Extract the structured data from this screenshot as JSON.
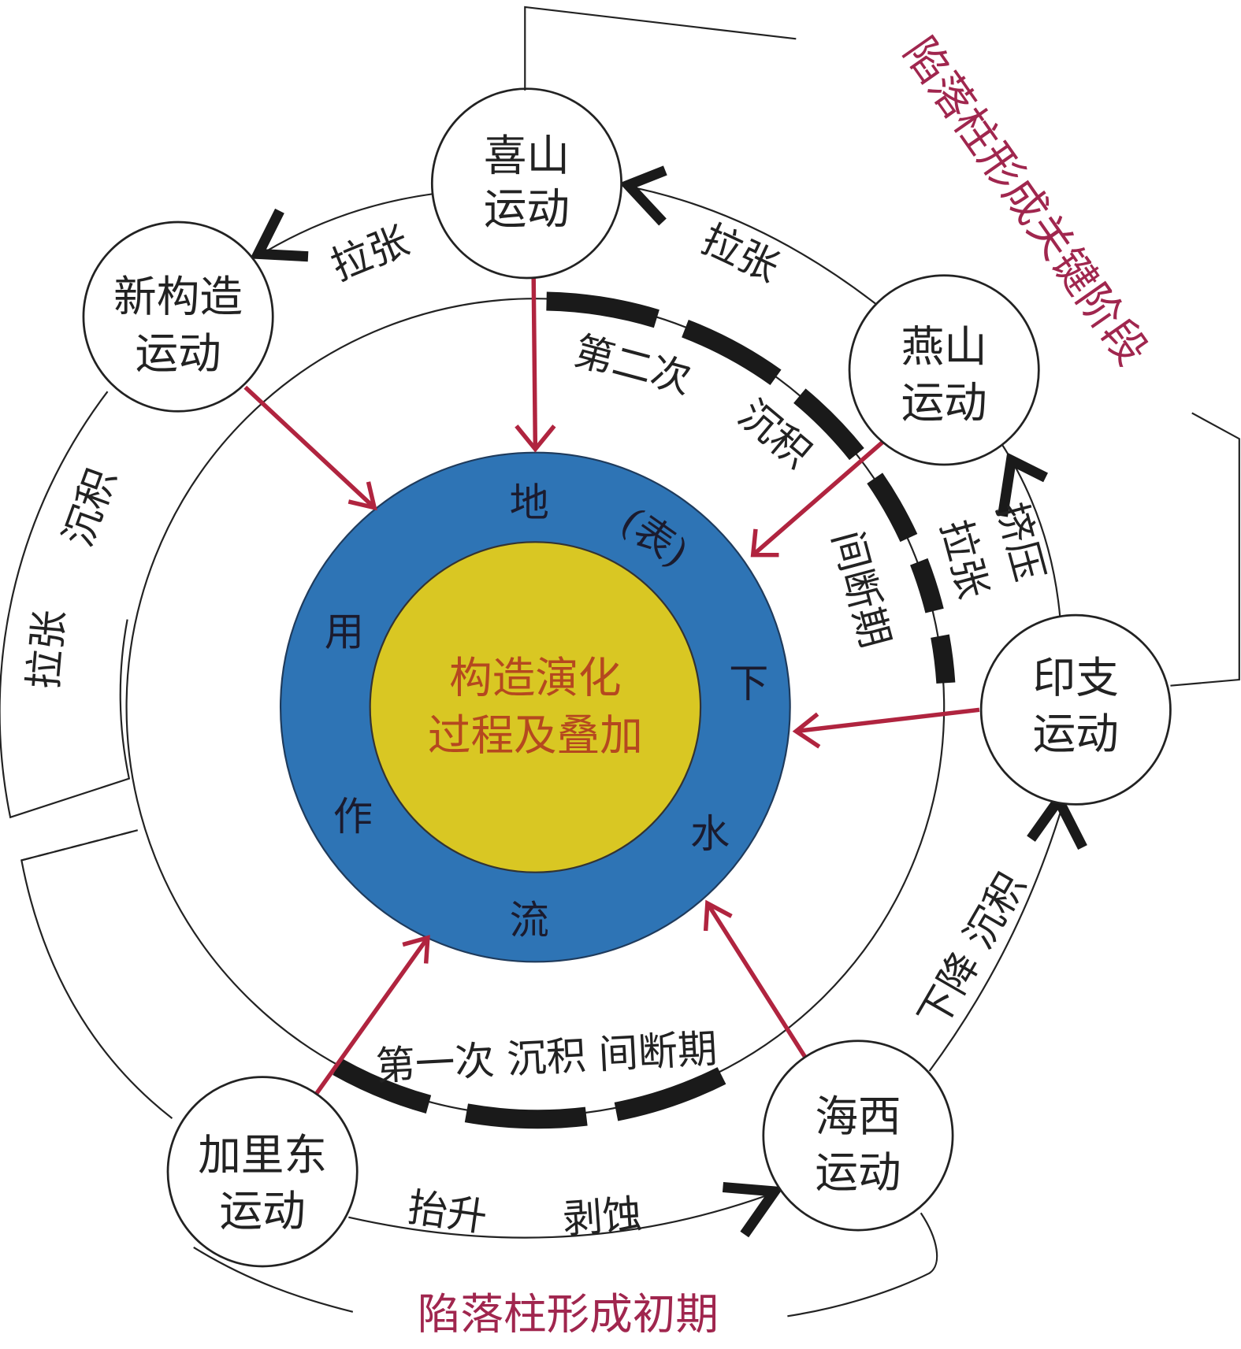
{
  "center": {
    "line1": "构造演化",
    "line2": "过程及叠加"
  },
  "ring_chars": [
    "地",
    "(表)",
    "下",
    "水",
    "流",
    "作",
    "用"
  ],
  "movements": {
    "xishan": {
      "line1": "喜山",
      "line2": "运动"
    },
    "xingouzao": {
      "line1": "新构造",
      "line2": "运动"
    },
    "yanshan": {
      "line1": "燕山",
      "line2": "运动"
    },
    "yinzhi": {
      "line1": "印支",
      "line2": "运动"
    },
    "haixi": {
      "line1": "海西",
      "line2": "运动"
    },
    "jialidong": {
      "line1": "加里东",
      "line2": "运动"
    }
  },
  "labels": {
    "xishan_to_xingouzao": "拉张",
    "yanshan_to_xishan": "拉张",
    "yinzhi_to_yanshan_a": "挤压",
    "yinzhi_to_yanshan_b": "拉张",
    "haixi_to_yinzhi": "下降 沉积",
    "jialidong_to_haixi_a": "抬升",
    "jialidong_to_haixi_b": "剥蚀",
    "left_a": "沉积",
    "left_b": "拉张",
    "second_a": "第二次",
    "second_b": "沉积",
    "second_c": "间断期",
    "first": "第一次 沉积 间断期"
  },
  "stages": {
    "key": "陷落柱形成关键阶段",
    "initial": "陷落柱形成初期"
  },
  "colors": {
    "blue": "#2e74b5",
    "yellow": "#d9c723",
    "red_arrow": "#b0243f",
    "stage_text": "#a0264e"
  }
}
